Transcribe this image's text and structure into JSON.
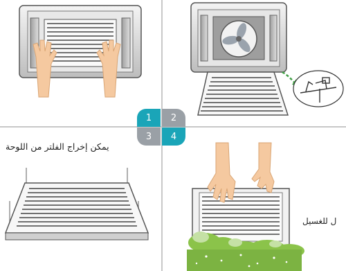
{
  "steps": [
    {
      "number": "1",
      "color": "#1aa5b8"
    },
    {
      "number": "2",
      "color": "#9aa0a6"
    },
    {
      "number": "3",
      "color": "#9aa0a6"
    },
    {
      "number": "4",
      "color": "#1aa5b8"
    }
  ],
  "captions": {
    "step3": "يمكن إخراج الفلتر من اللوحة",
    "step4": "ل للغسيل"
  },
  "colors": {
    "divider": "#c8c8c8",
    "hand": "#f5c9a0",
    "foam": "#8bc34a"
  }
}
